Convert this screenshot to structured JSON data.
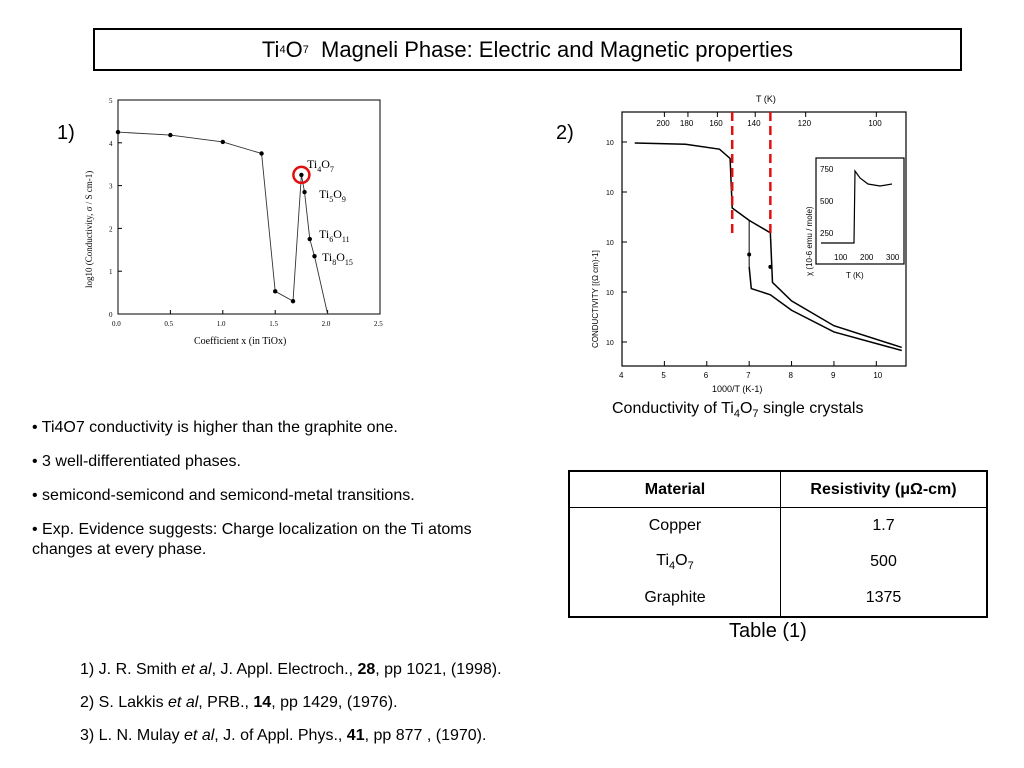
{
  "title": {
    "pre": "Ti",
    "sub1": "4",
    "mid": "O",
    "sub2": "7",
    "post": "  Magneli Phase: Electric and Magnetic properties"
  },
  "labels": {
    "one": "1)",
    "two": "2)"
  },
  "chart1": {
    "ylabel": "log10 (Conductivity, σ / S cm-1)",
    "xlabel": "Coefficient x (in TiOx)",
    "yticks": [
      "0",
      "1",
      "2",
      "3",
      "4",
      "5"
    ],
    "xticks": [
      "0.0",
      "0.5",
      "1.0",
      "1.5",
      "2.0",
      "2.5"
    ],
    "annotations": [
      {
        "el": "Ti",
        "a": "4",
        "b": "O",
        "c": "7"
      },
      {
        "el": "Ti",
        "a": "5",
        "b": "O",
        "c": "9"
      },
      {
        "el": "Ti",
        "a": "6",
        "b": "O",
        "c": "11"
      },
      {
        "el": "Ti",
        "a": "8",
        "b": "O",
        "c": "15"
      }
    ]
  },
  "chart2": {
    "top_axis_label": "T (K)",
    "top_ticks": [
      "200",
      "180",
      "160",
      "140",
      "120",
      "100"
    ],
    "xlabel": "1000/T (K-1)",
    "xticks": [
      "4",
      "5",
      "6",
      "7",
      "8",
      "9",
      "10"
    ],
    "ylabel": "CONDUCTIVITY [(Ω cm)-1]",
    "yticks": [
      "10",
      "10",
      "10",
      "10",
      "10"
    ],
    "inset": {
      "ylabel": "χ (10-6 emu / mole)",
      "yticks": [
        "750",
        "500",
        "250"
      ],
      "xticks": [
        "100",
        "200",
        "300"
      ],
      "xlabel": "T (K)"
    },
    "caption": {
      "pre": "Conductivity of Ti",
      "sub1": "4",
      "mid": "O",
      "sub2": "7",
      "post": " single crystals"
    }
  },
  "chart_data": [
    {
      "type": "line",
      "title": "",
      "xlabel": "Coefficient x (in TiOx)",
      "ylabel": "log10 (Conductivity, σ / S cm-1)",
      "xlim": [
        0,
        2.5
      ],
      "ylim": [
        0,
        5
      ],
      "x": [
        0.0,
        0.5,
        1.0,
        1.37,
        1.5,
        1.67,
        1.75,
        1.78,
        1.83,
        1.875,
        2.0
      ],
      "series": [
        {
          "values": [
            4.25,
            4.18,
            4.02,
            3.75,
            0.53,
            0.3,
            3.25,
            2.85,
            1.75,
            1.35,
            0
          ]
        }
      ]
    },
    {
      "type": "line",
      "title": "",
      "xlabel": "1000/T (K-1)",
      "ylabel": "CONDUCTIVITY [(Ω cm)-1]",
      "xlim": [
        4,
        10.7
      ],
      "x": [
        4.3,
        5.5,
        6.3,
        6.6,
        7.0,
        7.5,
        8.0,
        9.0,
        10.6
      ],
      "series": [
        {
          "values": [
            2.0,
            1.9,
            1.75,
            0.9,
            0.3,
            -0.05,
            -0.4,
            -0.8,
            -1.2
          ]
        }
      ]
    }
  ],
  "bullets": [
    "• Ti4O7 conductivity is higher than the graphite one.",
    "• 3 well-differentiated phases.",
    "• semicond-semicond and semicond-metal transitions.",
    "• Exp. Evidence suggests: Charge localization on the Ti atoms changes at every phase."
  ],
  "table": {
    "headers": [
      "Material",
      "Resistivity (μΩ-cm)"
    ],
    "rows": [
      {
        "material": "Copper",
        "value": "1.7"
      },
      {
        "material_pre": "Ti",
        "s1": "4",
        "material_mid": "O",
        "s2": "7",
        "value": "500"
      },
      {
        "material": "Graphite",
        "value": "1375"
      }
    ],
    "caption": "Table (1)"
  },
  "references": [
    {
      "pre": "1) J. R. Smith ",
      "etal": "et al",
      "mid": ", J. Appl. Electroch., ",
      "vol": "28",
      "post": ", pp 1021, (1998)."
    },
    {
      "pre": "2) S. Lakkis ",
      "etal": "et al",
      "mid": ", PRB., ",
      "vol": "14",
      "post": ", pp 1429, (1976)."
    },
    {
      "pre": "3) L. N. Mulay ",
      "etal": "et al",
      "mid": ", J. of Appl. Phys., ",
      "vol": "41",
      "post": ", pp 877 , (1970)."
    }
  ],
  "colors": {
    "highlight": "#e01010",
    "dashed": "#e01010"
  }
}
